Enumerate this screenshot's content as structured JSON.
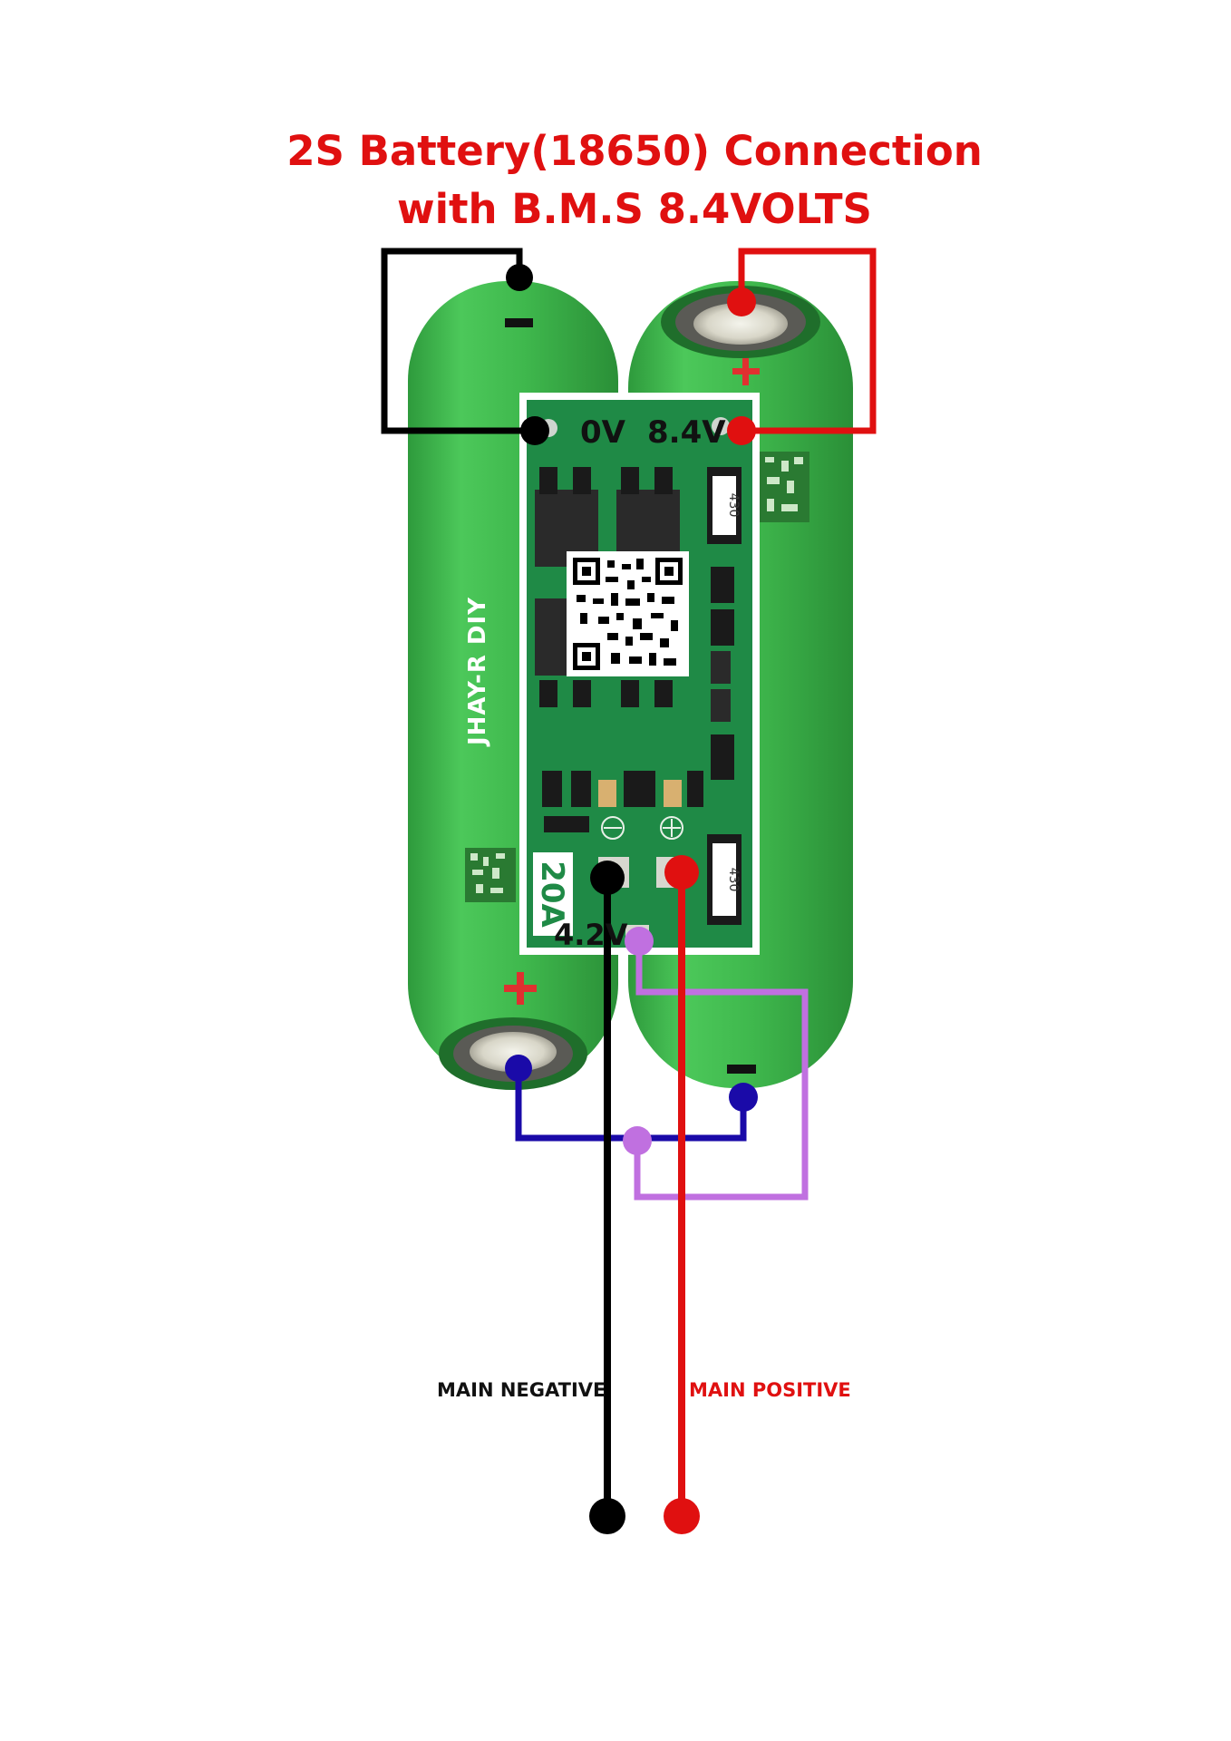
{
  "title": {
    "line1": "2S Battery(18650) Connection",
    "line2": "with B.M.S 8.4VOLTS"
  },
  "watermark": "JHAY-R DIY",
  "bms": {
    "terminal_0v": "0V",
    "terminal_8v4": "8.4V",
    "terminal_4v2": "4.2V",
    "rating": "20A",
    "resistor_code": "430"
  },
  "polarity": {
    "minus": "−",
    "plus": "+"
  },
  "outputs": {
    "negative_label": "MAIN NEGATIVE",
    "positive_label": "MAIN POSITIVE"
  },
  "colors": {
    "battery": "#3db84a",
    "pcb": "#1f8a46",
    "wire_negative": "#000000",
    "wire_positive": "#e01010",
    "wire_series": "#1a0aa8",
    "wire_balance": "#c070e0",
    "title": "#e01010"
  }
}
